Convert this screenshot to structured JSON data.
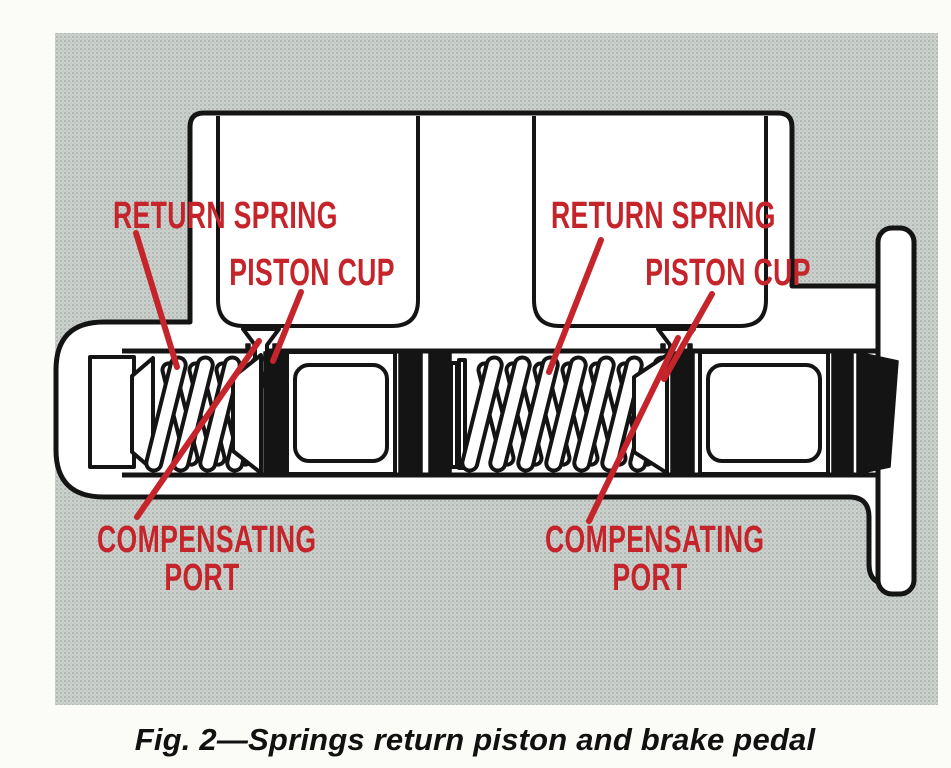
{
  "figure": {
    "caption": "Fig. 2—Springs return piston and brake pedal",
    "labels": {
      "return_spring_left": "RETURN SPRING",
      "piston_cup_left": "PISTON CUP",
      "return_spring_right": "RETURN SPRING",
      "piston_cup_right": "PISTON CUP",
      "compensating_port_left": "COMPENSATING PORT",
      "compensating_port_right": "COMPENSATING PORT"
    },
    "colors": {
      "label_red": "#c5242b",
      "leader_red": "#c5242b",
      "panel_gray": "#ccd1cd",
      "line_black": "#141414",
      "caption_black": "#111111"
    }
  }
}
